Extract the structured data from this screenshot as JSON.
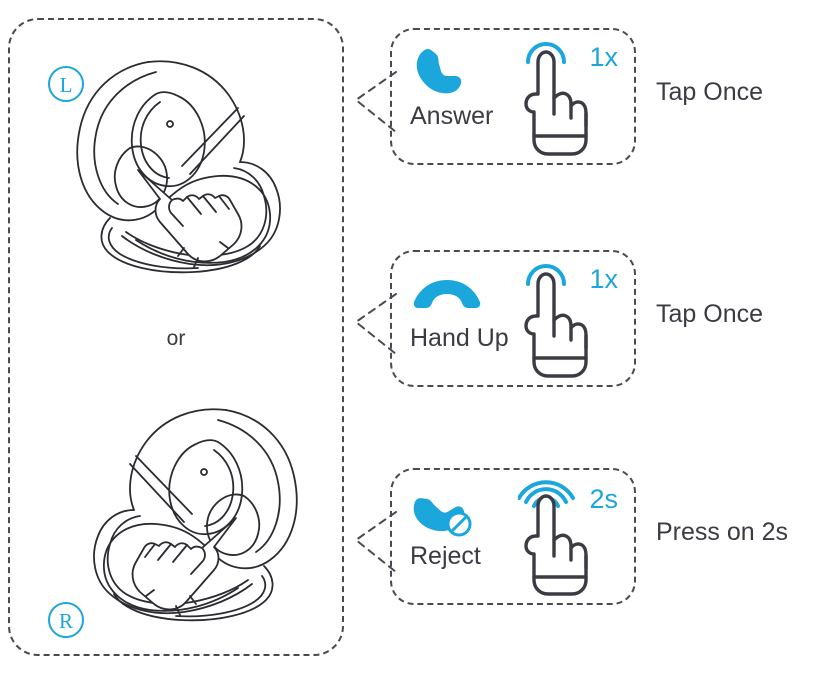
{
  "panel": {
    "left_badge": "L",
    "right_badge": "R",
    "divider_text": "or",
    "left_earbud_name": "left-earbud-illustration",
    "right_earbud_name": "right-earbud-illustration"
  },
  "colors": {
    "accent": "#1ba6dc",
    "outline": "#4a4a52",
    "text": "#3b3b44"
  },
  "rows": [
    {
      "action_label": "Answer",
      "action_icon": "phone-handset-icon",
      "gesture_icon": "tap-once-hand-icon",
      "count": "1x",
      "instruction": "Tap Once"
    },
    {
      "action_label": "Hand Up",
      "action_icon": "phone-hangup-icon",
      "gesture_icon": "tap-once-hand-icon",
      "count": "1x",
      "instruction": "Tap Once"
    },
    {
      "action_label": "Reject",
      "action_icon": "phone-reject-icon",
      "gesture_icon": "press-hold-hand-icon",
      "count": "2s",
      "instruction": "Press on 2s"
    }
  ]
}
